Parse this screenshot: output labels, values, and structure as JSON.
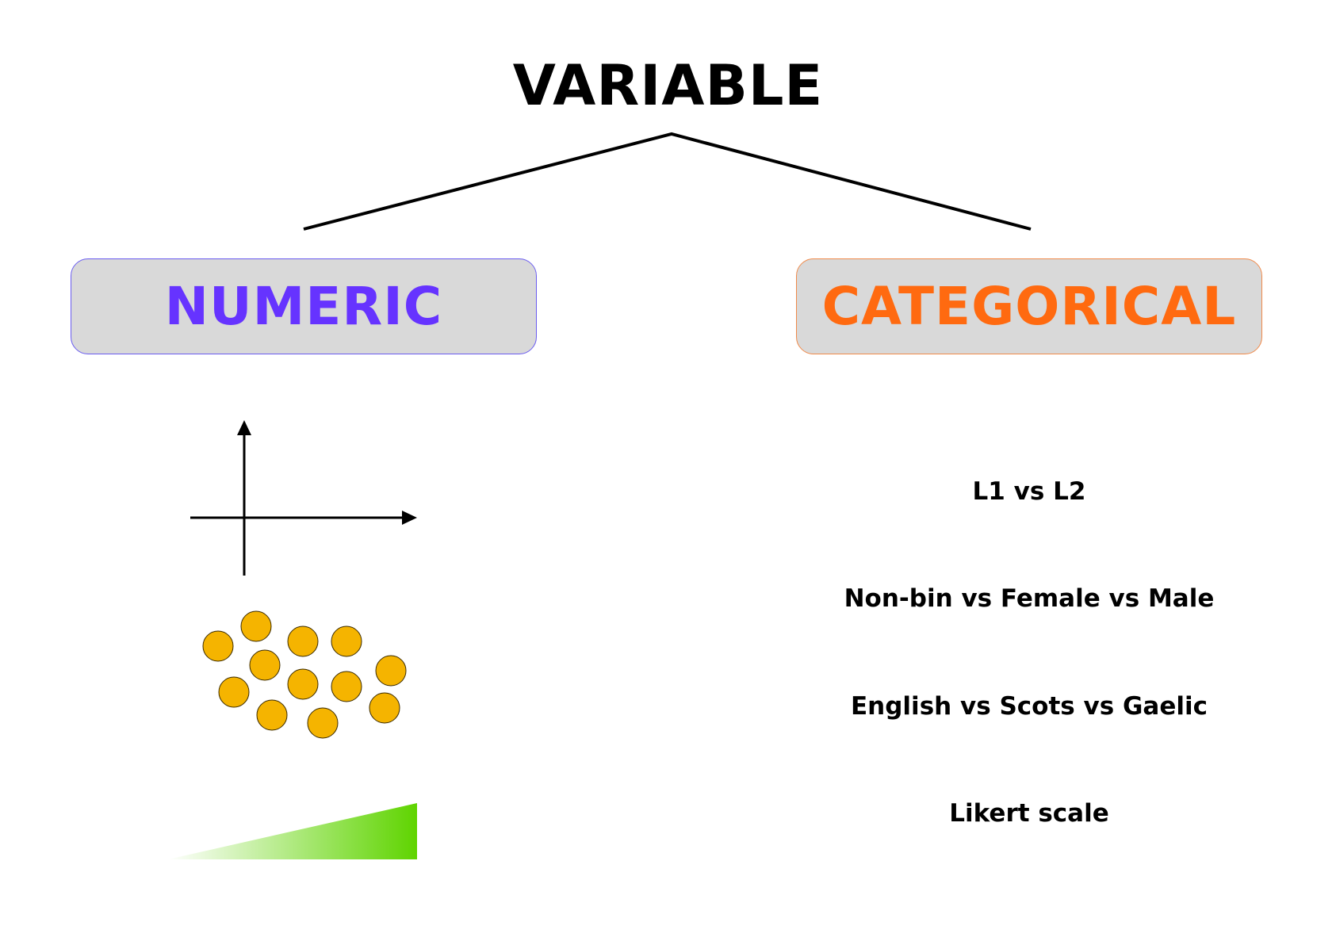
{
  "diagram": {
    "title": "VARIABLE",
    "numeric": {
      "label": "NUMERIC",
      "color": "#6633ff",
      "icons": [
        "axes-icon",
        "dots-cluster-icon",
        "gradient-ramp-icon"
      ]
    },
    "categorical": {
      "label": "CATEGORICAL",
      "color": "#ff6a10",
      "items": [
        "L1 vs L2",
        "Non-bin vs Female vs Male",
        "English vs Scots vs Gaelic",
        "Likert scale"
      ]
    },
    "colors": {
      "dot_fill": "#f5b400",
      "ramp_start": "#ffffff",
      "ramp_end": "#5fd400",
      "line": "#000000",
      "box_fill": "#d9d9d9"
    }
  }
}
